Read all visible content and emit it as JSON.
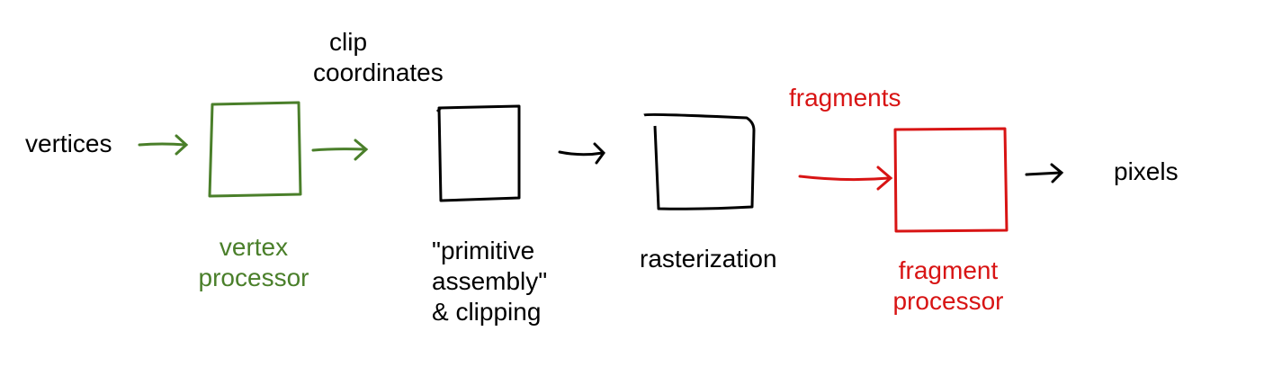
{
  "colors": {
    "green": "#4a7f2a",
    "red": "#d81414",
    "black": "#000000"
  },
  "labels": {
    "vertices": "vertices",
    "clip_line1": "clip",
    "clip_line2": "coordinates",
    "fragments": "fragments",
    "pixels": "pixels",
    "vertex_line1": "vertex",
    "vertex_line2": "processor",
    "prim_line1": "\"primitive",
    "prim_line2": "assembly\"",
    "prim_line3": "& clipping",
    "rasterization": "rasterization",
    "frag_line1": "fragment",
    "frag_line2": "processor"
  }
}
